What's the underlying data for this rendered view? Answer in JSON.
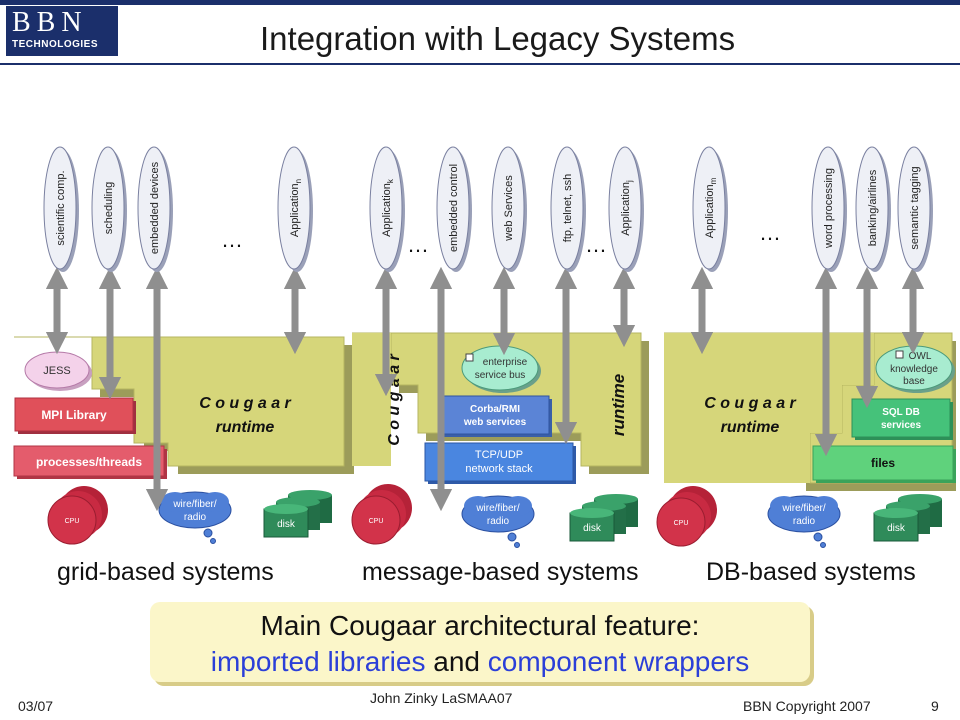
{
  "header": {
    "logo_line1": "BBN",
    "logo_line2": "TECHNOLOGIES",
    "title": "Integration with Legacy Systems"
  },
  "diagram": {
    "grid": {
      "section_label": "grid-based systems",
      "apps": [
        "scientific comp.",
        "scheduling",
        "embedded devices",
        "Application"
      ],
      "app_n_subscript": "n",
      "ellipsis": "…",
      "runtime_name": "C o u g a a r",
      "runtime_word": "runtime",
      "jess": "JESS",
      "mpi": "MPI Library",
      "processes": "processes/threads",
      "cpu": "CPU",
      "wire": "wire/fiber/ radio",
      "disk": "disk"
    },
    "message": {
      "section_label": "message-based systems",
      "apps": [
        "Application",
        "embedded control",
        "web Services",
        "ftp, telnet, ssh",
        "Application"
      ],
      "app_k_subscript": "k",
      "app_j_subscript": "j",
      "ellipsis": "…",
      "runtime_vertical": "C o u g a a r",
      "runtime_right": "runtime",
      "enterprise": "enterprise service bus",
      "corba": "Corba/RMI web services",
      "tcp": "TCP/UDP network stack",
      "cpu": "CPU",
      "wire": "wire/fiber/ radio",
      "disk": "disk"
    },
    "db": {
      "section_label": "DB-based systems",
      "apps": [
        "Application",
        "word processing",
        "banking/airlines",
        "semantic tagging"
      ],
      "app_m_subscript": "m",
      "ellipsis": "…",
      "runtime_name": "C o u g a a r",
      "runtime_word": "runtime",
      "owl": "OWL knowledge base",
      "sql": "SQL DB services",
      "files": "files",
      "cpu": "CPU",
      "wire": "wire/fiber/ radio",
      "disk": "disk"
    }
  },
  "callout": {
    "line1": "Main Cougaar architectural feature:",
    "line2_part1": "imported libraries",
    "line2_part2": " and ",
    "line2_part3": "component wrappers"
  },
  "footer": {
    "date": "03/07",
    "author": "John Zinky   LaSMAA07",
    "copyright": "BBN Copyright 2007",
    "page": "9"
  },
  "colors": {
    "brand_navy": "#1b2f6b",
    "runtime_olive": "#d6d67a",
    "arrow_gray": "#8f8f8f",
    "pill_fill": "#eef0f6",
    "disk_green": "#2f8b5a",
    "cpu_red": "#d2334a",
    "cloud_blue": "#4f7fd6",
    "mpi_red": "#e0505a",
    "corba_blue": "#5b84d6",
    "sql_green": "#45c27a",
    "files_green": "#5fd27c",
    "callout_yellow": "#fbf6c9",
    "callout_blue": "#2b3fd8"
  }
}
